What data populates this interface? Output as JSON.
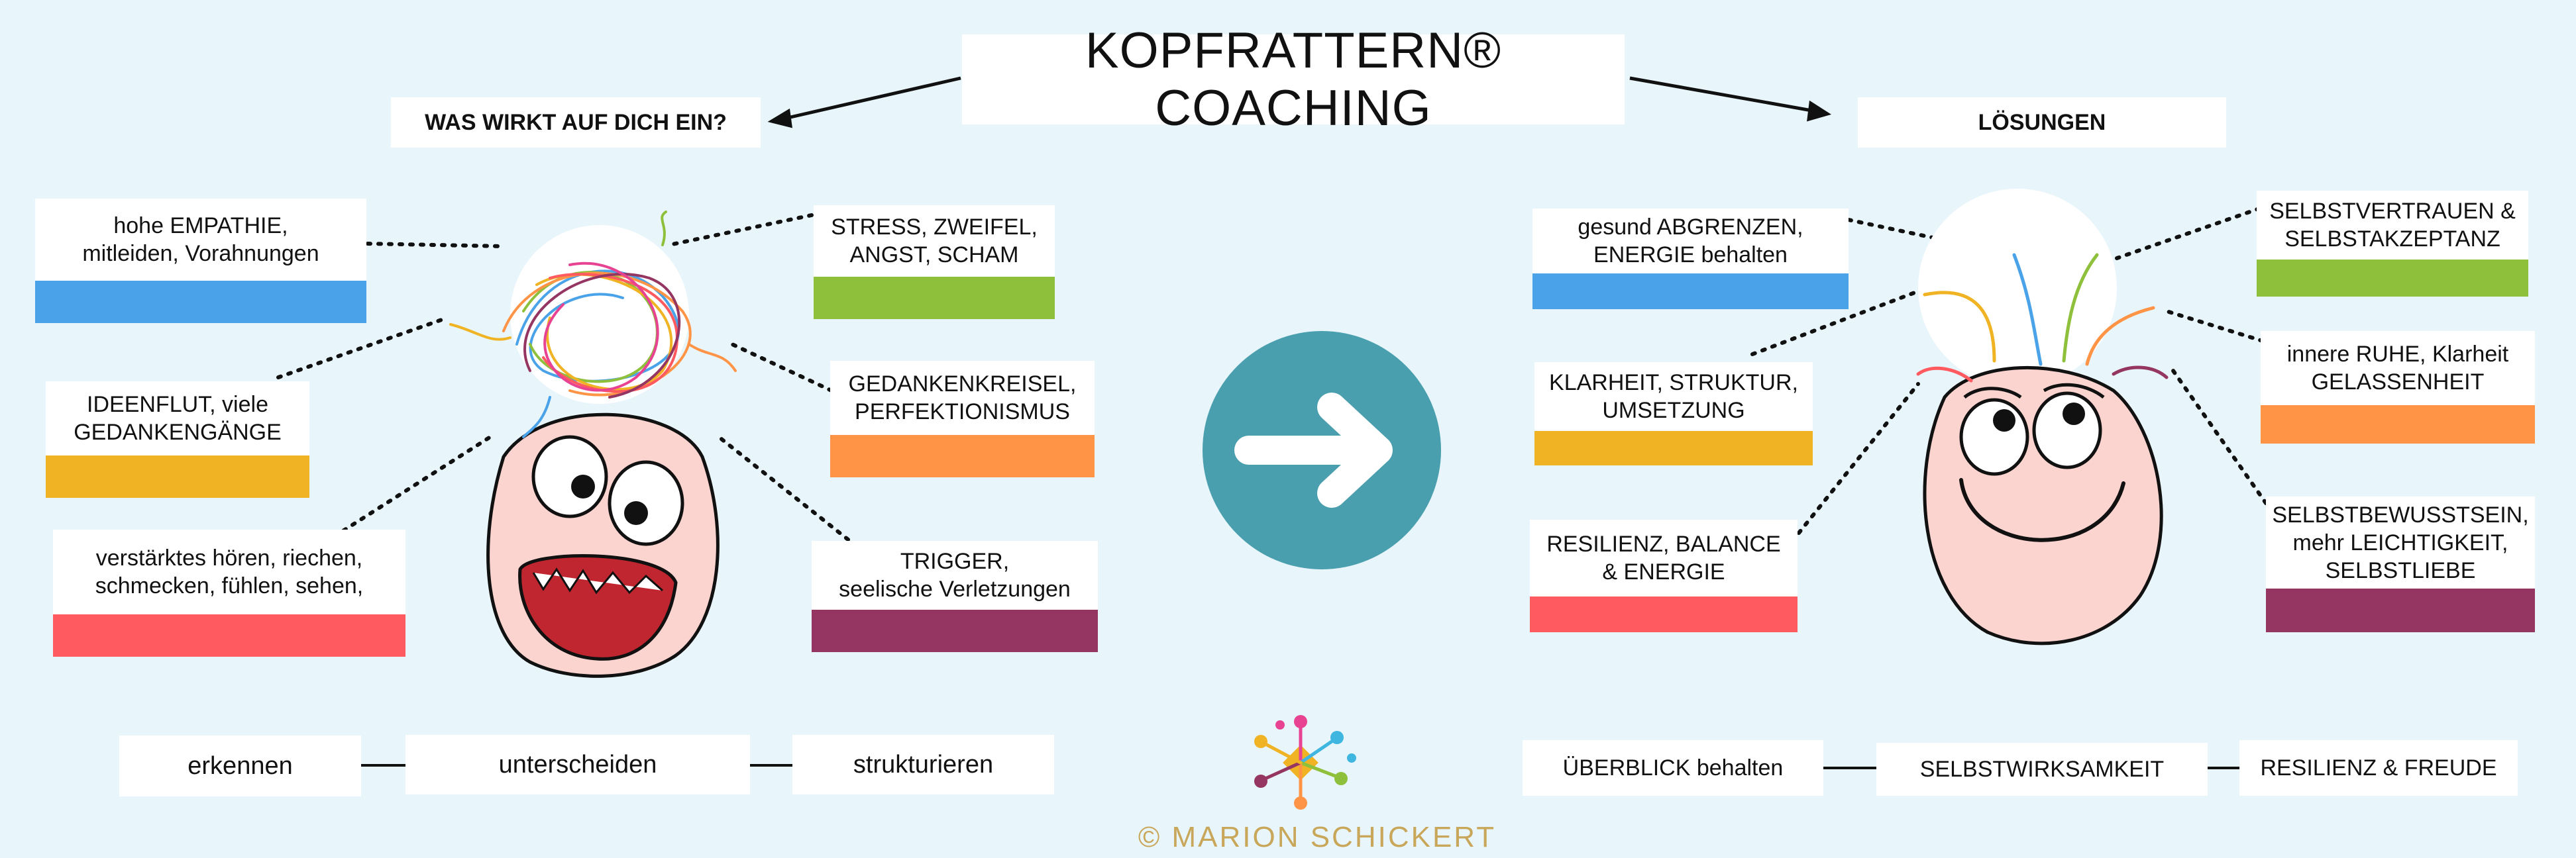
{
  "title": "KOPFRATTERN® COACHING",
  "left_heading": "WAS WIRKT AUF DICH EIN?",
  "right_heading": "LÖSUNGEN",
  "left_cards": [
    {
      "text": "hohe EMPATHIE,\nmitleiden, Vorahnungen",
      "color": "#4aa3e8"
    },
    {
      "text": "STRESS, ZWEIFEL,\nANGST, SCHAM",
      "color": "#8fc03c"
    },
    {
      "text": "IDEENFLUT, viele\nGEDANKENGÄNGE",
      "color": "#f0b323"
    },
    {
      "text": "GEDANKENKREISEL,\nPERFEKTIONISMUS",
      "color": "#ff9447"
    },
    {
      "text": "verstärktes hören, riechen,\nschmecken, fühlen, sehen,",
      "color": "#ff5a5f"
    },
    {
      "text": "TRIGGER,\nseelische Verletzungen",
      "color": "#953561"
    }
  ],
  "right_cards": [
    {
      "text": "gesund ABGRENZEN,\nENERGIE behalten",
      "color": "#4aa3e8"
    },
    {
      "text": "SELBSTVERTRAUEN &\nSELBSTAKZEPTANZ",
      "color": "#8fc03c"
    },
    {
      "text": "KLARHEIT, STRUKTUR,\nUMSETZUNG",
      "color": "#f0b323"
    },
    {
      "text": "innere RUHE, Klarheit\nGELASSENHEIT",
      "color": "#ff9447"
    },
    {
      "text": "RESILIENZ, BALANCE\n& ENERGIE",
      "color": "#ff5a5f"
    },
    {
      "text": "SELBSTBEWUSSTSEIN,\nmehr LEICHTIGKEIT,\nSELBSTLIEBE",
      "color": "#953561"
    }
  ],
  "left_steps": [
    "erkennen",
    "unterscheiden",
    "strukturieren"
  ],
  "right_steps": [
    "ÜBERBLICK behalten",
    "SELBSTWIRKSAMKEIT",
    "RESILIENZ  & FREUDE"
  ],
  "copyright": "© MARION SCHICKERT",
  "arrow_circle_color": "#4a9fae",
  "logo_colors": [
    "#e84393",
    "#3fb6e0",
    "#f0b323",
    "#8fc03c",
    "#ff9447",
    "#953561"
  ]
}
